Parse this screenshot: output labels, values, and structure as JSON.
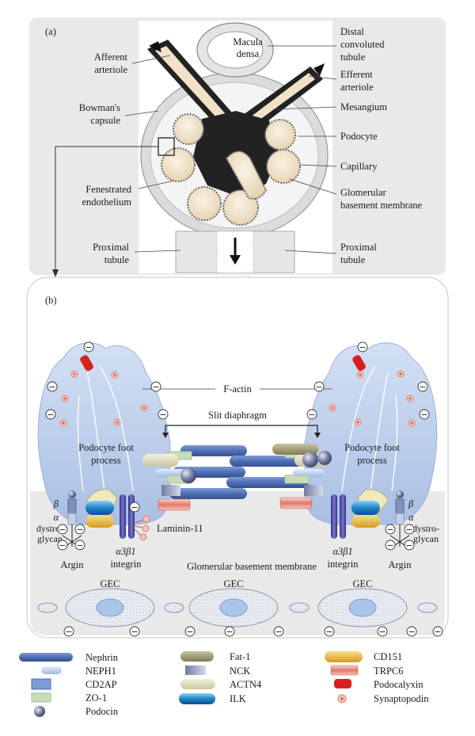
{
  "panel_a": {
    "tag": "(a)",
    "labels": {
      "macula": [
        "Macula",
        "densa"
      ],
      "distal": [
        "Distal",
        "convoluted",
        "tubule"
      ],
      "afferent": [
        "Afferent",
        "arteriole"
      ],
      "efferent": [
        "Efferent",
        "arteriole"
      ],
      "bowman": [
        "Bowman's",
        "capsule"
      ],
      "mesangium": "Mesangium",
      "podocyte": "Podocyte",
      "capillary": "Capillary",
      "fenestrated": [
        "Fenestrated",
        "endothelium"
      ],
      "gbm": [
        "Glomerular",
        "basement membrane"
      ],
      "proximal_left": [
        "Proximal",
        "tubule"
      ],
      "proximal_right": [
        "Proximal",
        "tubule"
      ]
    }
  },
  "panel_b": {
    "tag": "(b)",
    "labels": {
      "factin": "F-actin",
      "slit": "Slit diaphragm",
      "foot_left": [
        "Podocyte foot",
        "process"
      ],
      "foot_right": [
        "Podocyte foot",
        "process"
      ],
      "beta": "β",
      "alpha": "α",
      "dystro": [
        "dystro-",
        "glycan"
      ],
      "argin": "Argin",
      "integrin": [
        "α3β1",
        "integrin"
      ],
      "laminin": "Laminin-11",
      "gbm": "Glomerular basement membrane",
      "gec": "GEC",
      "minus": "−"
    }
  },
  "legend": [
    {
      "name": "Nephrin",
      "shape": "nephrin",
      "color": "#4f6fb5"
    },
    {
      "name": "NEPH1",
      "shape": "neph1",
      "color": "#a9c3ea"
    },
    {
      "name": "CD2AP",
      "shape": "cd2ap",
      "color": "#6f8fd0"
    },
    {
      "name": "ZO-1",
      "shape": "zo1",
      "color": "#c8dcb8"
    },
    {
      "name": "Podocin",
      "shape": "podocin",
      "color": "#5f6790"
    },
    {
      "name": "Fat-1",
      "shape": "fat1",
      "color": "#9a9670"
    },
    {
      "name": "NCK",
      "shape": "nck",
      "color": "#8c96b8"
    },
    {
      "name": "ACTN4",
      "shape": "actn4",
      "color": "#d6d2b0"
    },
    {
      "name": "ILK",
      "shape": "ilk",
      "color": "#2a8ed0"
    },
    {
      "name": "CD151",
      "shape": "cd151",
      "color": "#e8b540"
    },
    {
      "name": "TRPC6",
      "shape": "trpc6",
      "color": "#e08070"
    },
    {
      "name": "Podocalyxin",
      "shape": "podocalyxin",
      "color": "#d82020"
    },
    {
      "name": "Synaptopodin",
      "shape": "synaptopodin",
      "color": "#e08070"
    }
  ]
}
